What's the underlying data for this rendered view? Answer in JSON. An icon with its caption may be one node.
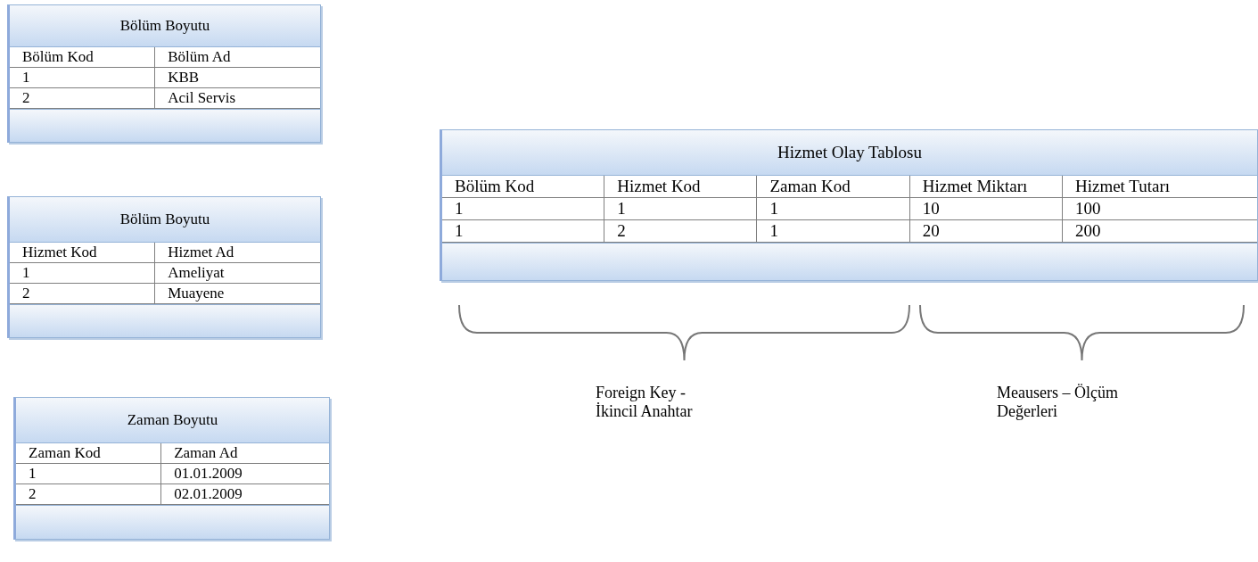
{
  "diagram": {
    "nodes": [
      {
        "text": [
          "Bölüm Boyutu",
          "Bölüm Kod",
          "Bölüm Ad",
          "1",
          "KBB",
          "2",
          "Acil Servis"
        ]
      },
      {
        "text": [
          "Bölüm Boyutu",
          "Hizmet Kod",
          "Hizmet Ad",
          "1",
          "Ameliyat",
          "2",
          "Muayene"
        ]
      },
      {
        "text": [
          "Zaman Boyutu",
          "Zaman Kod",
          "Zaman Ad",
          "1",
          "01.01.2009",
          "2",
          "02.01.2009"
        ]
      },
      {
        "text": [
          "Hizmet Olay Tablosu",
          "Bölüm Kod",
          "Hizmet Kod",
          "Zaman Kod",
          "Hizmet Miktarı",
          "Hizmet Tutarı",
          "1",
          "1",
          "1",
          "10",
          "100",
          "1",
          "2",
          "1",
          "20",
          "200"
        ]
      }
    ],
    "labels": [
      "Foreign Key - İkincil Anahtar",
      "Meausers – Ölçüm Değerleri"
    ]
  }
}
